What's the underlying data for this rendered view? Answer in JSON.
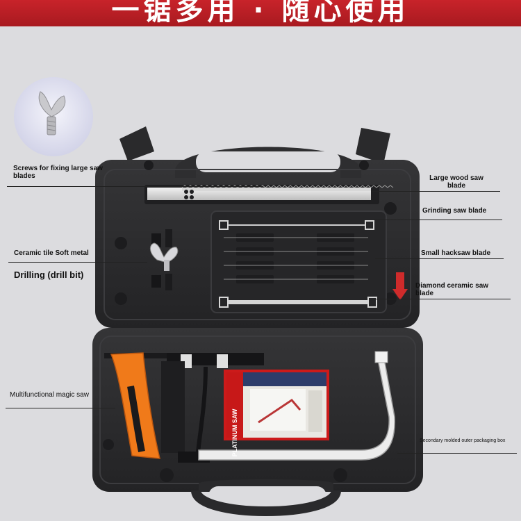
{
  "banner": {
    "text": "一锯多用 · 随心使用"
  },
  "callouts": {
    "screws": "Screws for fixing large saw blades",
    "large_wood": "Large wood saw blade",
    "grinding": "Grinding saw blade",
    "ceramic": "Ceramic tile Soft metal",
    "small_hacksaw": "Small hacksaw blade",
    "drilling": "Drilling (drill bit)",
    "diamond": "Diamond ceramic saw blade",
    "magic_saw": "Multifunctional magic saw",
    "secondary": "Secondary molded outer packaging box"
  },
  "product_box": {
    "label": "PLATINUM SAW"
  },
  "colors": {
    "banner_red": "#b81f25",
    "case": "#2b2b2d",
    "handle_orange": "#f07a1a",
    "blade_silver": "#e6e6e6"
  }
}
